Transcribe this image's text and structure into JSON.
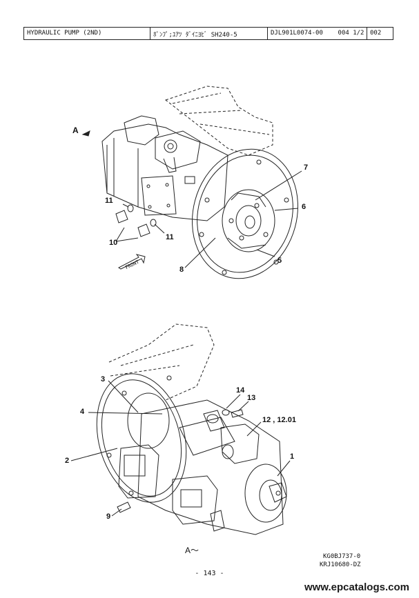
{
  "header": {
    "title": "HYDRAULIC PUMP (2ND)",
    "jp_title": "ﾎﾟﾝﾌﾟ;ﾕｱﾂ ﾀﾞｲﾆﾖﾋﾞ SH240-5",
    "doc_code": "DJL901L0074-00",
    "sheet": "004  1/2",
    "page_code": "002"
  },
  "view_label": "A",
  "front_label": "FRONT",
  "callouts_top": [
    "7",
    "6",
    "5",
    "8",
    "11",
    "11",
    "10"
  ],
  "callouts_bottom": [
    "3",
    "14",
    "13",
    "4",
    "12 , 12.01",
    "2",
    "1",
    "9"
  ],
  "view_ref": "A～",
  "drawing_codes": [
    "KG0BJ737-0",
    "KRJ10680-DZ"
  ],
  "page_number": "- 143 -",
  "watermark": "www.epcatalogs.com"
}
